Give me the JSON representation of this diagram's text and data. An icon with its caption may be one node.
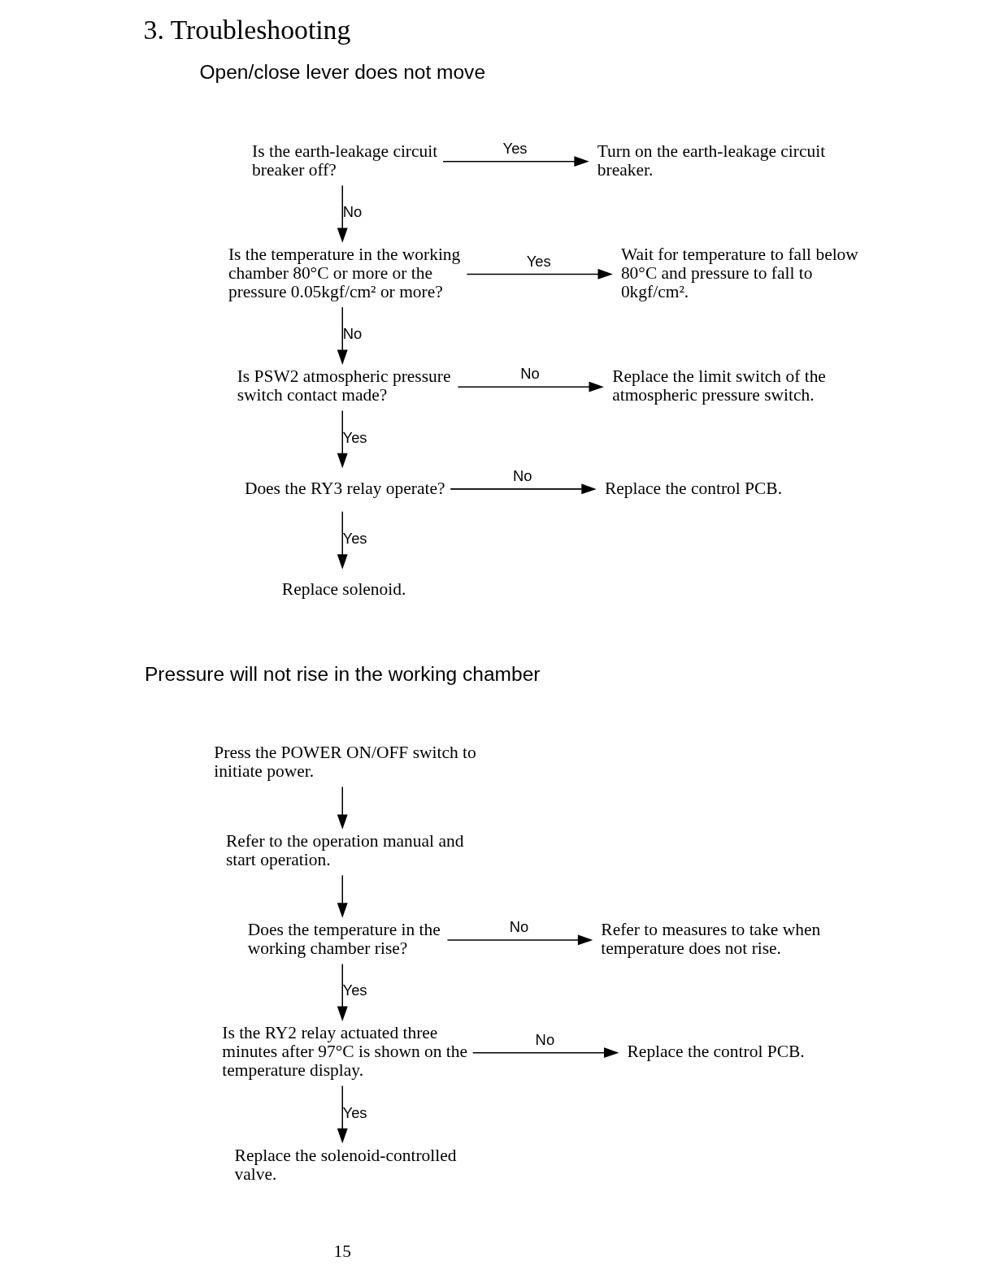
{
  "diagram": {
    "title": "3. Troubleshooting",
    "nodes": [
      {
        "text": [
          "Is the earth-leakage circuit breaker off?"
        ]
      },
      {
        "text": [
          "Turn on the earth-leakage circuit breaker."
        ]
      },
      {
        "text": [
          "Is the temperature in the working chamber 80°C or more or the pressure 0.05kgf/cm² or more?"
        ]
      },
      {
        "text": [
          "Wait for temperature to fall below 80°C and pressure to fall to 0kgf/cm²."
        ]
      },
      {
        "text": [
          "Is PSW2 atmospheric pressure switch contact made?"
        ]
      },
      {
        "text": [
          "Replace the limit switch of the atmospheric pressure switch."
        ]
      },
      {
        "text": [
          "Does the RY3 relay operate?"
        ]
      },
      {
        "text": [
          "Replace the control PCB."
        ]
      },
      {
        "text": [
          "Replace solenoid."
        ]
      },
      {
        "text": [
          "Press the POWER ON/OFF switch to initiate power."
        ]
      },
      {
        "text": [
          "Refer to the operation manual and start operation."
        ]
      },
      {
        "text": [
          "Does the temperature in the working chamber rise?"
        ]
      },
      {
        "text": [
          "Refer to measures to take when temperature does not rise."
        ]
      },
      {
        "text": [
          "Is the RY2 relay actuated three minutes after 97°C is shown on the temperature display."
        ]
      },
      {
        "text": [
          "Replace the control PCB."
        ]
      },
      {
        "text": [
          "Replace the solenoid-controlled valve."
        ]
      }
    ],
    "edges": [
      {
        "from": 0,
        "to": 1,
        "arrow": "to",
        "label": "Yes"
      },
      {
        "from": 0,
        "to": 2,
        "arrow": "to",
        "label": "No"
      },
      {
        "from": 2,
        "to": 3,
        "arrow": "to",
        "label": "Yes"
      },
      {
        "from": 2,
        "to": 4,
        "arrow": "to",
        "label": "No"
      },
      {
        "from": 4,
        "to": 5,
        "arrow": "to",
        "label": "No"
      },
      {
        "from": 4,
        "to": 6,
        "arrow": "to",
        "label": "Yes"
      },
      {
        "from": 6,
        "to": 7,
        "arrow": "to",
        "label": "No"
      },
      {
        "from": 6,
        "to": 8,
        "arrow": "to",
        "label": "Yes"
      },
      {
        "from": 9,
        "to": 10,
        "arrow": "to"
      },
      {
        "from": 10,
        "to": 11,
        "arrow": "to"
      },
      {
        "from": 11,
        "to": 12,
        "arrow": "to",
        "label": "No"
      },
      {
        "from": 11,
        "to": 13,
        "arrow": "to",
        "label": "Yes"
      },
      {
        "from": 13,
        "to": 14,
        "arrow": "to",
        "label": "No"
      },
      {
        "from": 13,
        "to": 15,
        "arrow": "to",
        "label": "Yes"
      }
    ],
    "labels": [
      "Open/close lever does not move",
      "Pressure will not rise in the working chamber",
      "15"
    ]
  }
}
